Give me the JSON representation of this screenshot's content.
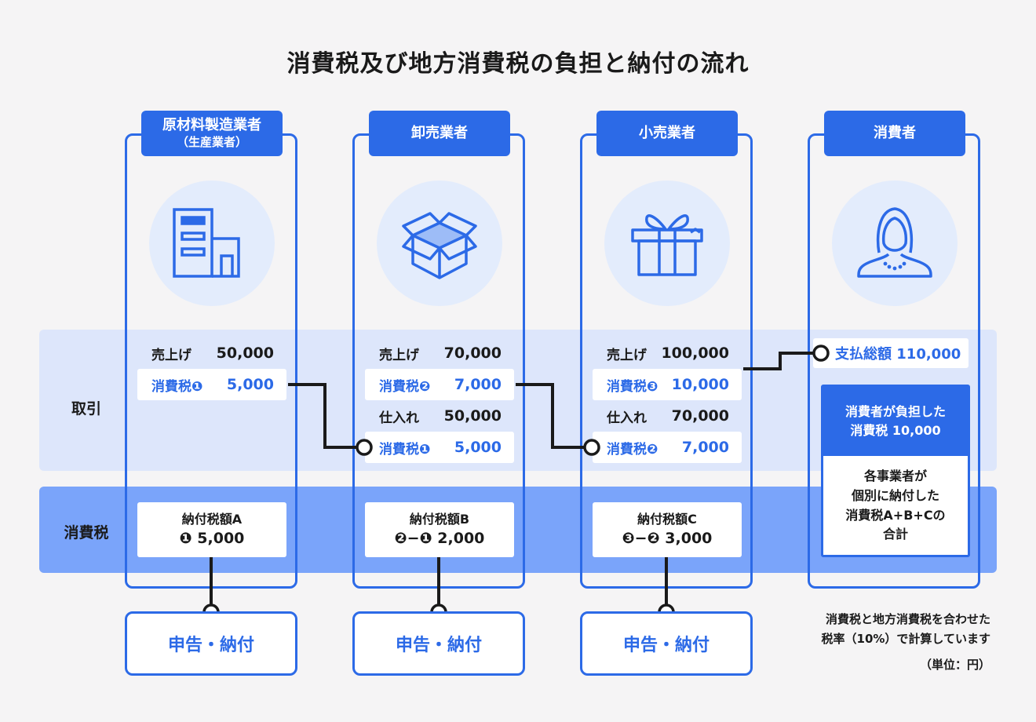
{
  "title": "消費税及び地方消費税の負担と納付の流れ",
  "rows": {
    "torihiki": "取引",
    "shohizei": "消費税"
  },
  "columns": [
    {
      "name": "原材料製造業者",
      "sub": "（生産業者）",
      "icon": "building-icon",
      "items": [
        {
          "label": "売上げ",
          "value": "50,000"
        },
        {
          "label": "消費税❶",
          "value": "5,000"
        }
      ],
      "tax": {
        "line1": "納付税額A",
        "line2": "❶ 5,000"
      },
      "declare": "申告・納付"
    },
    {
      "name": "卸売業者",
      "icon": "box-icon",
      "items": [
        {
          "label": "売上げ",
          "value": "70,000"
        },
        {
          "label": "消費税❷",
          "value": "7,000"
        },
        {
          "label": "仕入れ",
          "value": "50,000"
        },
        {
          "label": "消費税❶",
          "value": "5,000"
        }
      ],
      "tax": {
        "line1": "納付税額B",
        "line2": "❷−❶ 2,000"
      },
      "declare": "申告・納付"
    },
    {
      "name": "小売業者",
      "icon": "gift-icon",
      "items": [
        {
          "label": "売上げ",
          "value": "100,000"
        },
        {
          "label": "消費税❸",
          "value": "10,000"
        },
        {
          "label": "仕入れ",
          "value": "70,000"
        },
        {
          "label": "消費税❷",
          "value": "7,000"
        }
      ],
      "tax": {
        "line1": "納付税額C",
        "line2": "❸−❷ 3,000"
      },
      "declare": "申告・納付"
    },
    {
      "name": "消費者",
      "icon": "woman-icon",
      "payment": "支払総額 110,000",
      "burden": {
        "line1": "消費者が負担した",
        "line2": "消費税 10,000",
        "detail": [
          "各事業者が",
          "個別に納付した",
          "消費税A+B+Cの",
          "合計"
        ]
      }
    }
  ],
  "note": {
    "line1": "消費税と地方消費税を合わせた",
    "line2": "税率（10%）で計算しています",
    "unit": "（単位：円）"
  },
  "colors": {
    "accent": "#2c6ae7",
    "band_light": "#dde6fb",
    "band_dark": "#7aa4fa",
    "icon_bg": "#e3ecfc"
  }
}
